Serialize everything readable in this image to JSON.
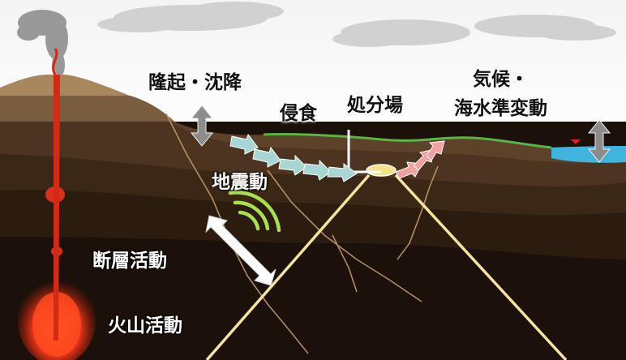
{
  "labels": {
    "uplift_subsidence": "隆起・沈降",
    "erosion": "侵食",
    "disposal_site": "処分場",
    "climate_line1": "気候・",
    "climate_line2": "海水準変動",
    "ground_motion": "地震動",
    "fault_activity": "断層活動",
    "volcanic_activity": "火山活動"
  },
  "colors": {
    "sky": "#ffffff",
    "cloud": "#c9c9c9",
    "smoke": "#8a8a8a",
    "volcano": "#a88660",
    "surface_soil": "#5c4028",
    "layer_mid": "#4a3220",
    "layer_low": "#3a2616",
    "layer_deep": "#2a1a0e",
    "bedrock": "#1a0f08",
    "sea": "#3db3dc",
    "grass": "#55b040",
    "magma": "#e02a10",
    "magma_core": "#ff6a2a",
    "erosion_arrows": "#a8d8d8",
    "uplift_arrows": "#f29a9a",
    "double_arrow_gray": "#8c8c8c",
    "seismic_waves": "#a8e050",
    "cone_lines": "#f4e49a",
    "fault_line": "#c8a070"
  },
  "icons": [
    "double-arrow-icon",
    "double-arrow-icon",
    "double-arrow-icon",
    "seismic-wave-icon",
    "sea-level-marker-icon"
  ]
}
